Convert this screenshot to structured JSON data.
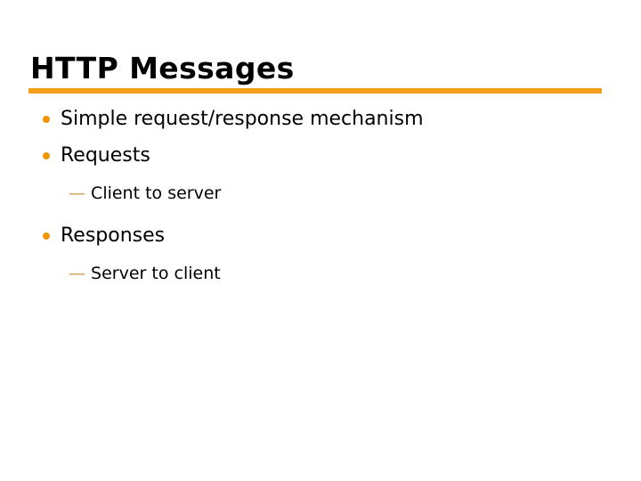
{
  "slide": {
    "title": "HTTP Messages",
    "accent_color": "#F4A01C",
    "bullet_color": "#F29400",
    "dash_color": "#D4A14A",
    "text_color": "#000000",
    "background_color": "#FFFFFF",
    "bullets": [
      {
        "level": 1,
        "marker": "bullet-dot",
        "text": "Simple request/response mechanism"
      },
      {
        "level": 1,
        "marker": "bullet-dot",
        "text": "Requests"
      },
      {
        "level": 2,
        "marker": "em-dash",
        "dash": "—",
        "text": "Client to server"
      },
      {
        "level": 1,
        "marker": "bullet-dot",
        "text": "Responses"
      },
      {
        "level": 2,
        "marker": "em-dash",
        "dash": "—",
        "text": "Server to client"
      }
    ]
  }
}
